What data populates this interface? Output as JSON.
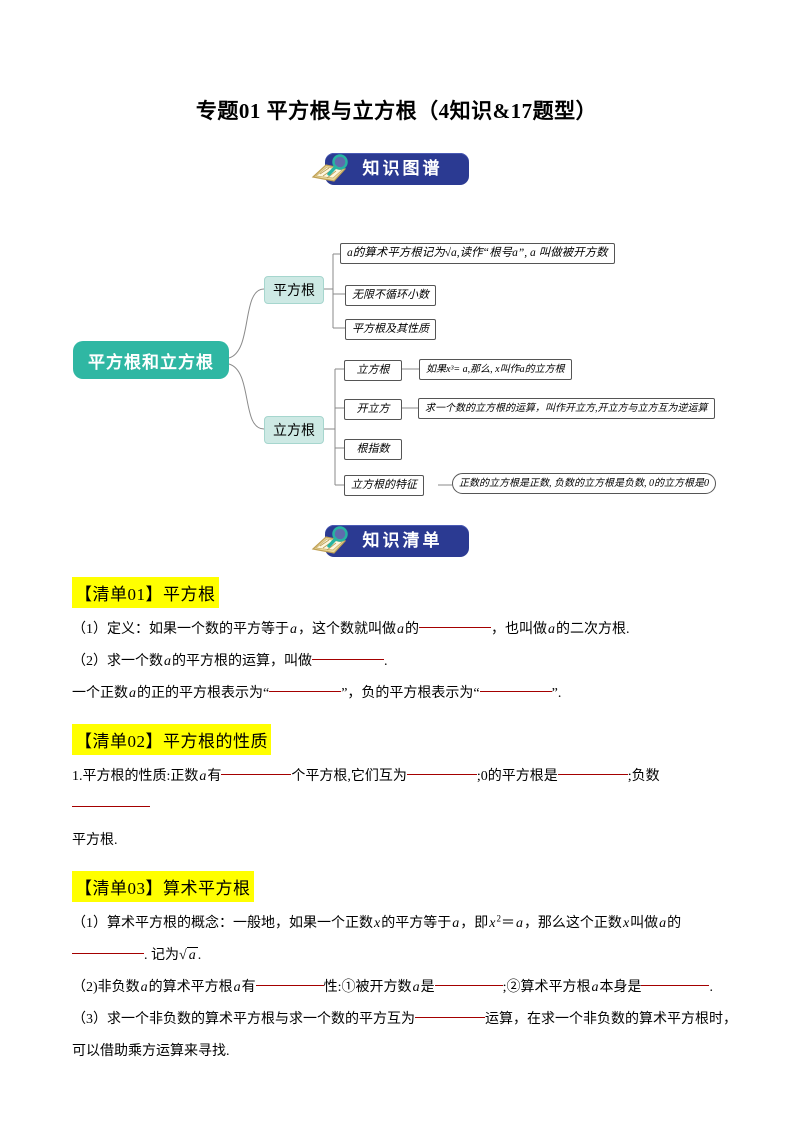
{
  "title": "专题01 平方根与立方根（4知识&17题型）",
  "banners": {
    "knowledge_map": "知识图谱",
    "knowledge_list": "知识清单"
  },
  "colors": {
    "banner_blue": "#2b3a92",
    "root_teal": "#2fb7a3",
    "branch_teal_bg": "#cde9e4",
    "header_highlight": "#ffff00",
    "blank_line_red": "#a40000"
  },
  "mindmap": {
    "root": "平方根和立方根",
    "branch1": {
      "label": "平方根",
      "items": [
        "a的算术平方根记为√a,读作“根号a”, a 叫做被开方数",
        "无限不循环小数",
        "平方根及其性质"
      ]
    },
    "branch2": {
      "label": "立方根",
      "nodes": [
        {
          "label": "立方根",
          "detail": "如果x³= a,那么, x叫作a的立方根"
        },
        {
          "label": "开立方",
          "detail": "求一个数的立方根的运算，叫作开立方,开立方与立方互为逆运算"
        },
        {
          "label": "根指数"
        },
        {
          "label": "立方根的特征",
          "detail": "正数的立方根是正数, 负数的立方根是负数, 0的立方根是0"
        }
      ]
    }
  },
  "sections": [
    {
      "header": "【清单01】平方根",
      "lines": [
        [
          {
            "t": "（1）定义：如果一个数的平方等于"
          },
          {
            "v": "a"
          },
          {
            "t": "，这个数就叫做"
          },
          {
            "v": "a"
          },
          {
            "t": "的"
          },
          {
            "b": 72
          },
          {
            "t": "，也叫做"
          },
          {
            "v": "a"
          },
          {
            "t": "的二次方根."
          }
        ],
        [
          {
            "t": "（2）求一个数"
          },
          {
            "v": "a"
          },
          {
            "t": "的平方根的运算，叫做"
          },
          {
            "b": 72
          },
          {
            "t": "."
          }
        ],
        [
          {
            "t": "一个正数"
          },
          {
            "v": "a"
          },
          {
            "t": "的正的平方根表示为“"
          },
          {
            "b": 72
          },
          {
            "t": "”，负的平方根表示为“"
          },
          {
            "b": 72
          },
          {
            "t": "”."
          }
        ]
      ]
    },
    {
      "header": "【清单02】平方根的性质",
      "lines": [
        [
          {
            "t": "1.平方根的性质:正数"
          },
          {
            "v": "a"
          },
          {
            "t": "有"
          },
          {
            "b": 70
          },
          {
            "t": "个平方根,它们互为"
          },
          {
            "b": 70
          },
          {
            "t": ";0的平方根是"
          },
          {
            "b": 70
          },
          {
            "t": ";负数"
          },
          {
            "b": 78
          }
        ],
        [
          {
            "t": "平方根."
          }
        ]
      ]
    },
    {
      "header": "【清单03】算术平方根",
      "lines": [
        [
          {
            "t": "（1）算术平方根的概念：一般地，如果一个正数"
          },
          {
            "v": "x"
          },
          {
            "t": "的平方等于"
          },
          {
            "v": "a"
          },
          {
            "t": "，即"
          },
          {
            "v": "x"
          },
          {
            "sup": "2"
          },
          {
            "t": "＝"
          },
          {
            "v": "a"
          },
          {
            "t": "，那么这个正数"
          },
          {
            "v": "x"
          },
          {
            "t": "叫做"
          },
          {
            "v": "a"
          },
          {
            "t": "的"
          }
        ],
        [
          {
            "b": 72
          },
          {
            "t": ".  记为"
          },
          {
            "r": "a"
          },
          {
            "t": "."
          }
        ],
        [
          {
            "t": "（2)非负数"
          },
          {
            "v": "a"
          },
          {
            "t": "的算术平方根"
          },
          {
            "v": "a"
          },
          {
            "t": "有"
          },
          {
            "b": 68
          },
          {
            "t": "性:①被开方数"
          },
          {
            "v": "a"
          },
          {
            "t": "是"
          },
          {
            "b": 68
          },
          {
            "t": ";②算术平方根"
          },
          {
            "v": "a"
          },
          {
            "t": "本身是"
          },
          {
            "b": 68
          },
          {
            "t": "."
          }
        ],
        [
          {
            "t": "（3）求一个非负数的算术平方根与求一个数的平方互为"
          },
          {
            "b": 70
          },
          {
            "t": "运算，在求一个非负数的算术平方根时，"
          }
        ],
        [
          {
            "t": "可以借助乘方运算来寻找."
          }
        ]
      ]
    }
  ]
}
